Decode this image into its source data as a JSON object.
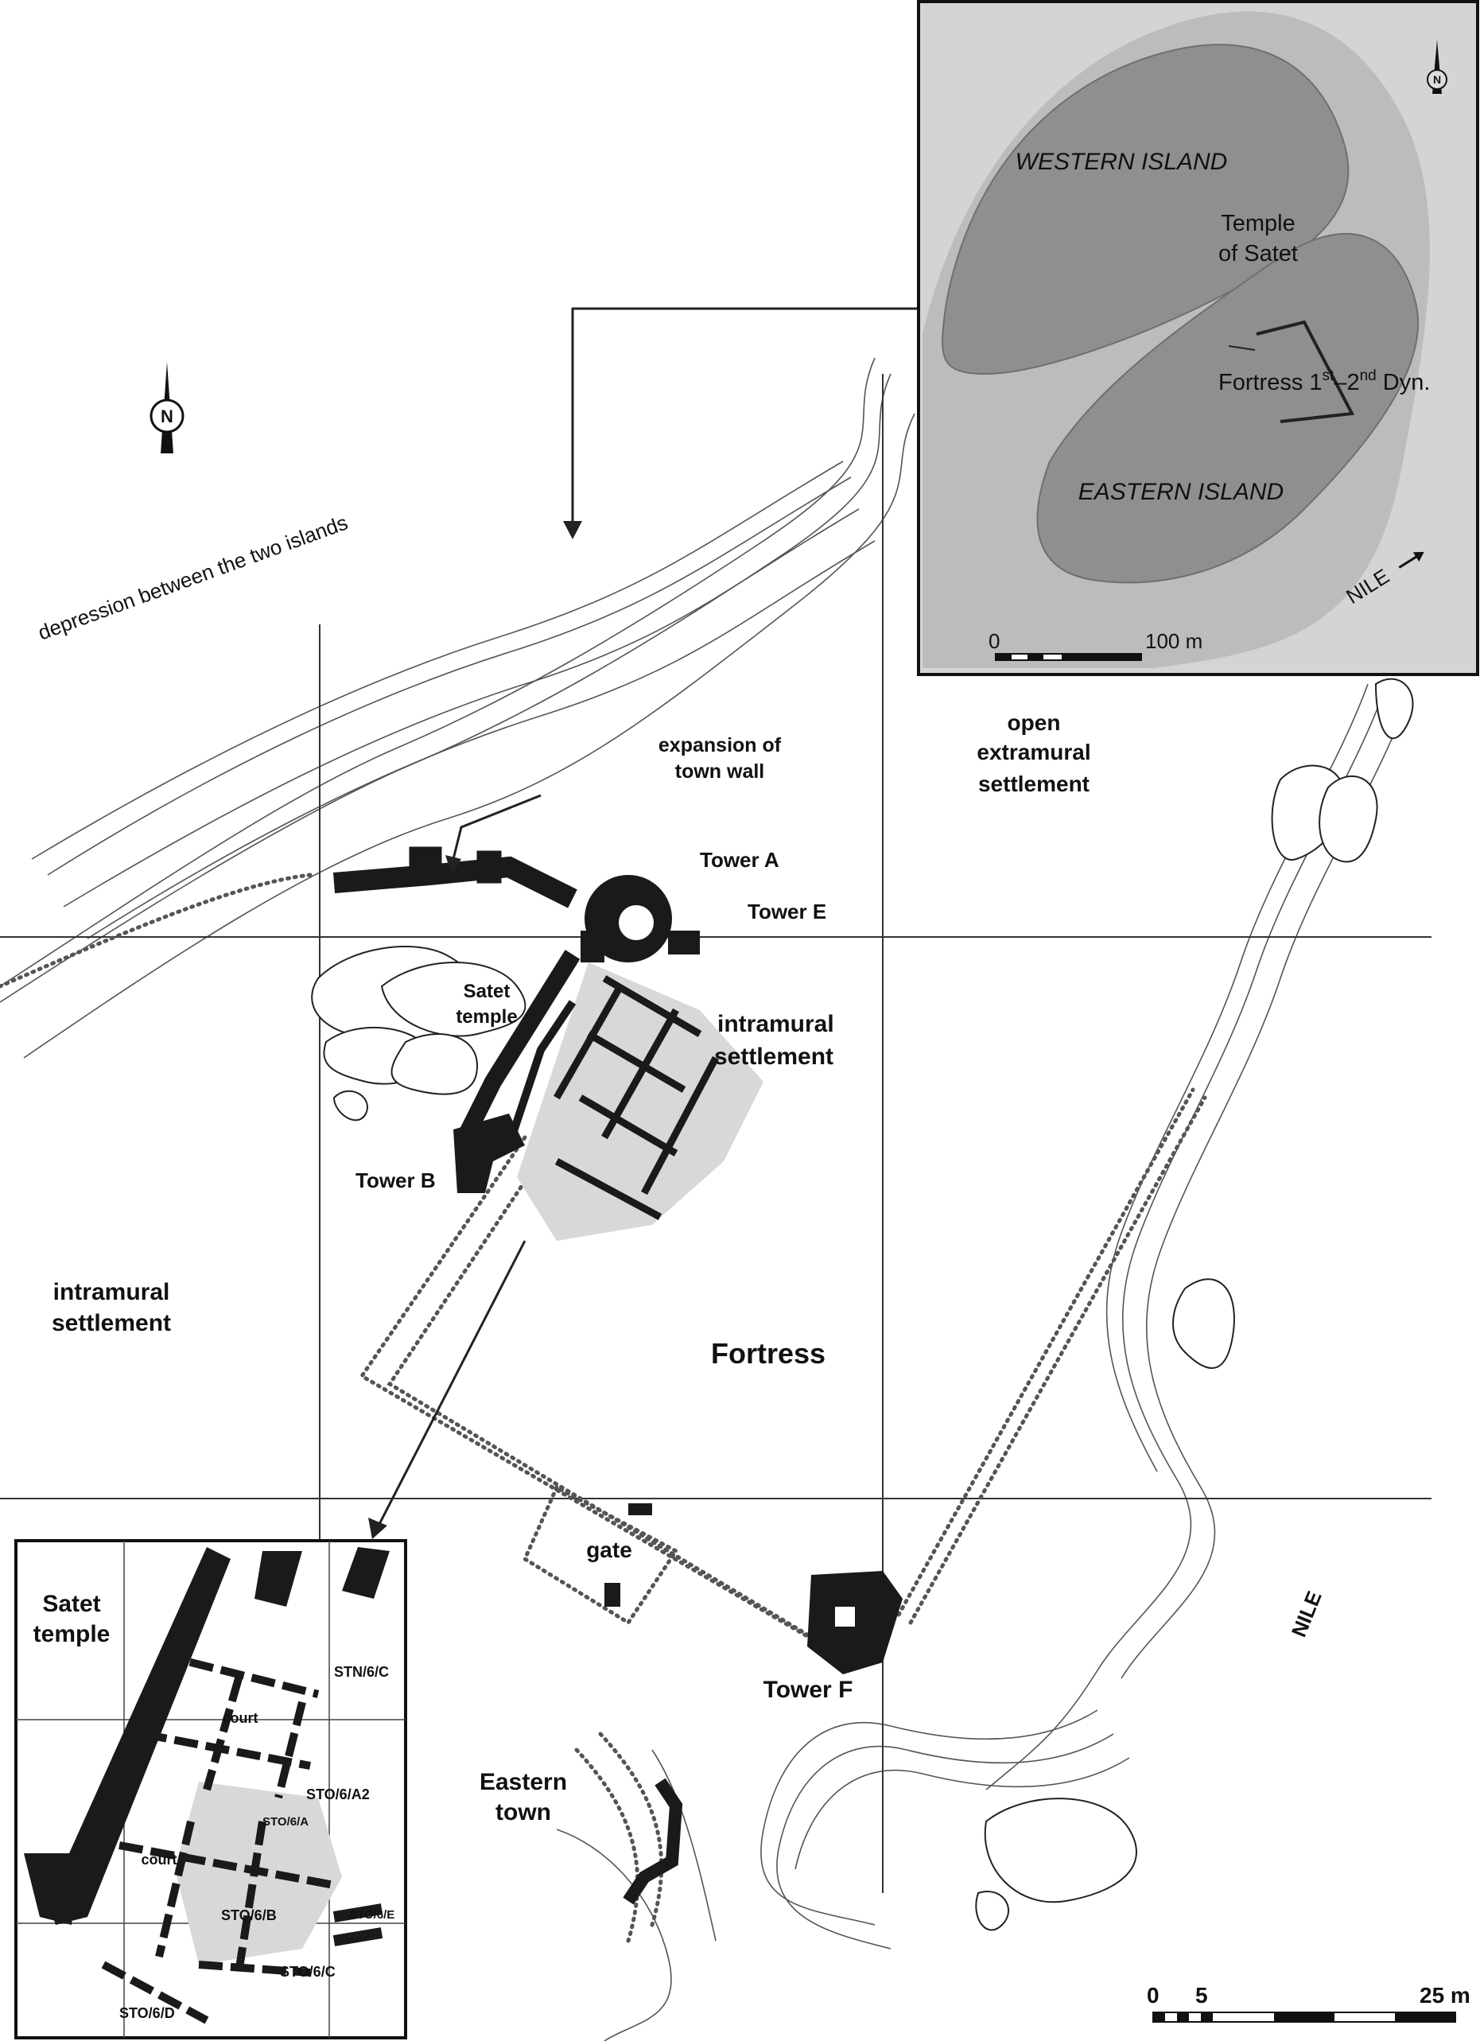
{
  "main_map": {
    "labels": {
      "depression": "depression between the two islands",
      "expansion_line1": "expansion of",
      "expansion_line2": "town wall",
      "tower_a": "Tower A",
      "tower_e": "Tower E",
      "tower_b": "Tower B",
      "tower_f": "Tower F",
      "open_line1": "open",
      "open_line2": "extramural",
      "open_line3": "settlement",
      "intramural_right_line1": "intramural",
      "intramural_right_line2": "settlement",
      "intramural_left_line1": "intramural",
      "intramural_left_line2": "settlement",
      "satet_line1": "Satet",
      "satet_line2": "temple",
      "fortress": "Fortress",
      "gate": "gate",
      "eastern_line1": "Eastern",
      "eastern_line2": "town",
      "nile": "NILE"
    },
    "scale": {
      "start": "0",
      "mid": "5",
      "end": "25 m"
    },
    "north_symbol": "N"
  },
  "inset_overview": {
    "western_island": "WESTERN ISLAND",
    "eastern_island": "EASTERN ISLAND",
    "temple_line1": "Temple",
    "temple_line2": "of Satet",
    "fortress_prefix": "Fortress 1",
    "fortress_sup1": "st",
    "fortress_mid": "–2",
    "fortress_sup2": "nd",
    "fortress_suffix": " Dyn.",
    "nile": "NILE",
    "scale": {
      "start": "0",
      "end": "100 m"
    },
    "north_symbol": "N"
  },
  "inset_detail": {
    "satet_line1": "Satet",
    "satet_line2": "temple",
    "court_upper": "court",
    "court_lower": "court",
    "units": [
      "STN/6/C",
      "STO/6/A2",
      "STO/6/A",
      "STO/6/B",
      "STO/6/E",
      "STO/6/C",
      "STO/6/D"
    ]
  }
}
